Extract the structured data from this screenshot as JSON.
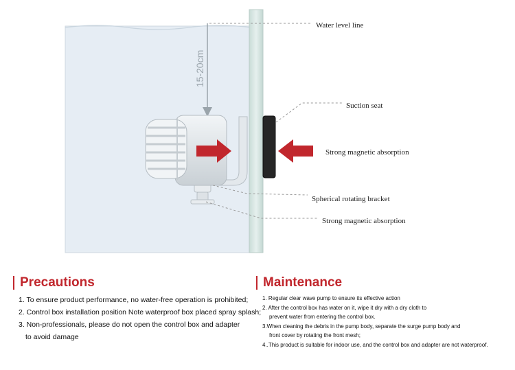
{
  "diagram": {
    "distance_label": "15-20cm",
    "callouts": {
      "water_level": "Water level line",
      "suction_seat": "Suction seat",
      "magnetic_top": "Strong magnetic absorption",
      "bracket": "Spherical rotating bracket",
      "magnetic_bottom": "Strong magnetic absorption"
    }
  },
  "precautions": {
    "title": "Precautions",
    "items": [
      "1. To ensure product performance, no water-free operation is prohibited;",
      "2. Control box installation position Note waterproof box placed spray splash;",
      "3. Non-professionals, please do not open the control box and adapter",
      "to avoid damage"
    ]
  },
  "maintenance": {
    "title": "Maintenance",
    "items": [
      "1. Regular clear wave pump to ensure its effective action",
      "2. After the control box has water on it, wipe it dry with a dry cloth to",
      "prevent water from entering the control box.",
      "3.When cleaning the debris in the pump body, separate the surge pump body and",
      "front cover by rotating the front mesh;",
      "4..This product is suitable for indoor use, and the control box and adapter are not waterproof."
    ]
  },
  "colors": {
    "accent": "#c1272d",
    "water": "#e4ecf3",
    "glass": "#d8e6e2"
  }
}
